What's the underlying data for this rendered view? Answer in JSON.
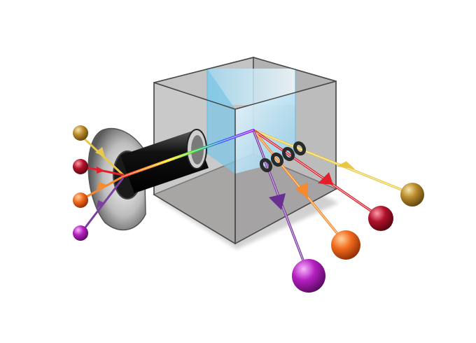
{
  "colors": {
    "background": "#ffffff",
    "box_face": "#c4c3c3",
    "box_dark": "#8f8d8d",
    "box_edge": "#4a4a4a",
    "glass_light": "#e8f6fc",
    "glass_blue": "#8fcdea",
    "horn_light": "#f4f4f4",
    "horn_dark": "#5a5a5a",
    "tube": "#111111",
    "coil": "#2a2a2a",
    "particles": {
      "gold": "#b88a2a",
      "crimson": "#b0112a",
      "orange": "#f26a1c",
      "magenta": "#b51fc0"
    },
    "rays": {
      "gold": "#e8c84a",
      "crimson": "#e0202c",
      "orange": "#f5892c",
      "violet": "#7b3fa0"
    }
  },
  "icons": [
    "detector-box-icon",
    "glass-slab-icon",
    "collector-horn-icon",
    "beam-tube-icon",
    "magnetic-coil-icon",
    "particle-sphere-icon",
    "ray-arrow-icon"
  ],
  "particles": {
    "incoming": [
      "gold",
      "crimson",
      "orange",
      "magenta"
    ],
    "outgoing": [
      "gold",
      "crimson",
      "orange",
      "magenta"
    ]
  },
  "beam_spectrum": [
    "red",
    "orange",
    "yellow",
    "green",
    "blue",
    "violet"
  ]
}
